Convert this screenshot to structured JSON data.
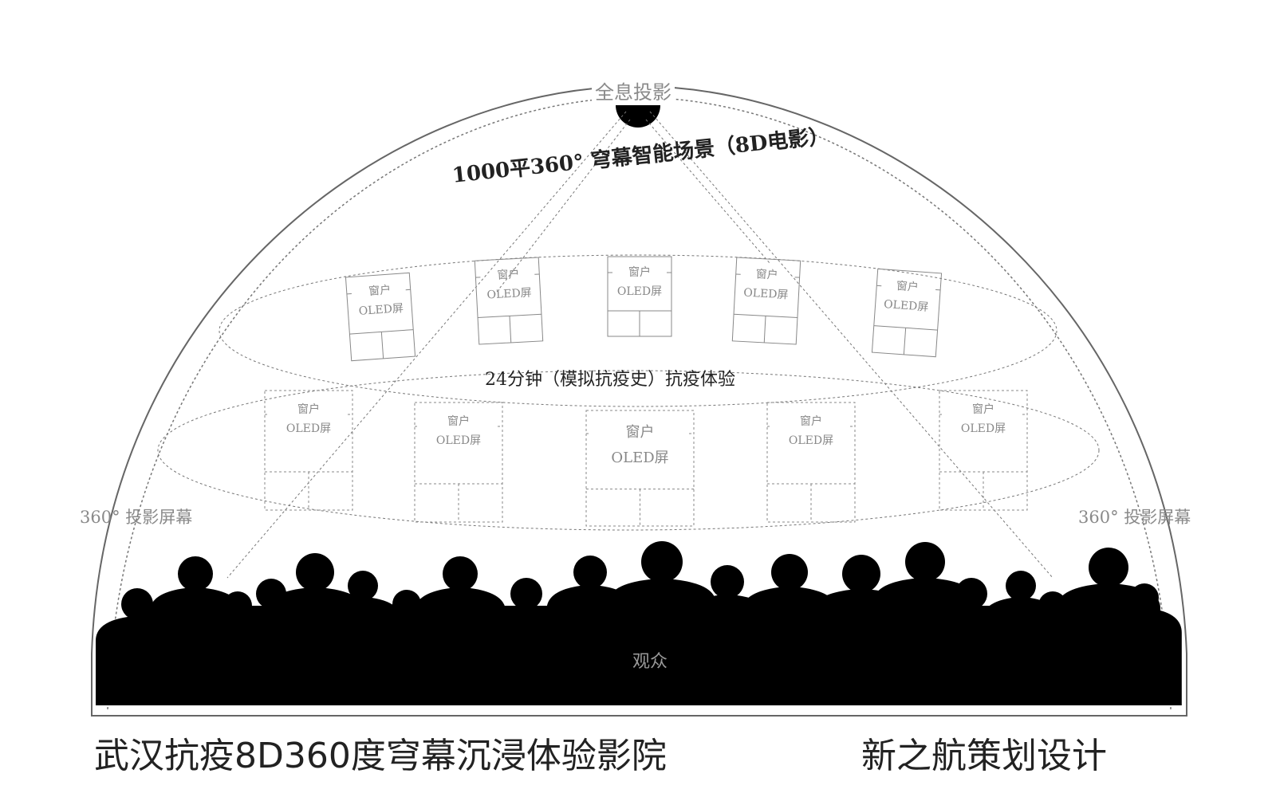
{
  "top_label": "全息投影",
  "dome_title": "1000平360° 穹幕智能场景（8D电影）",
  "ring_caption": "24分钟（模拟抗疫史）抗疫体验",
  "screen_label_left": "360° 投影屏幕",
  "screen_label_right": "360° 投影屏幕",
  "audience_label": "观众",
  "screens": [
    {
      "line1": "窗户",
      "line2": "OLED屏"
    },
    {
      "line1": "窗户",
      "line2": "OLED屏"
    },
    {
      "line1": "窗户",
      "line2": "OLED屏"
    },
    {
      "line1": "窗户",
      "line2": "OLED屏"
    },
    {
      "line1": "窗户",
      "line2": "OLED屏"
    },
    {
      "line1": "窗户",
      "line2": "OLED屏"
    },
    {
      "line1": "窗户",
      "line2": "OLED屏"
    },
    {
      "line1": "窗户",
      "line2": "OLED屏"
    },
    {
      "line1": "窗户",
      "line2": "OLED屏"
    },
    {
      "line1": "窗户",
      "line2": "OLED屏"
    }
  ],
  "footer": {
    "title": "武汉抗疫8D360度穹幕沉浸体验影院",
    "credit": "新之航策划设计"
  },
  "colors": {
    "line": "#555555",
    "text_gray": "#8a8a8a",
    "silhouette": "#000000"
  }
}
